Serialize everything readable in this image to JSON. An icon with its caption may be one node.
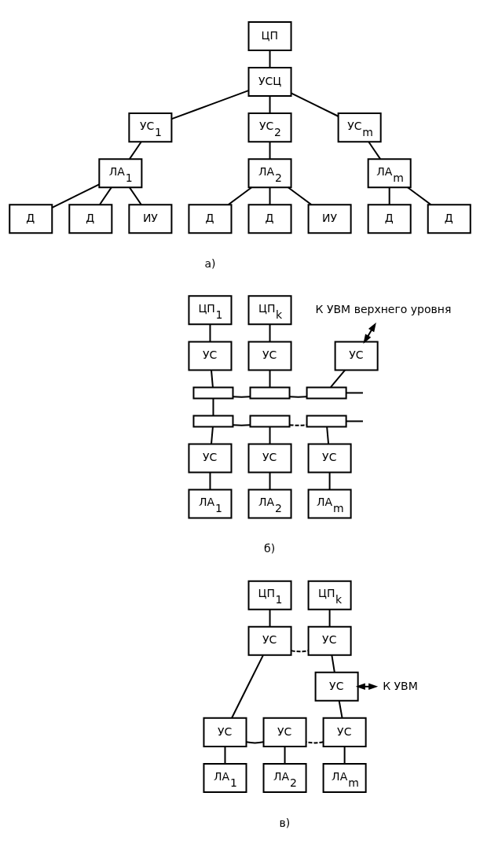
{
  "diagram": {
    "nodes": [
      {
        "text": [
          "ЦП"
        ]
      },
      {
        "text": [
          "УСЦ"
        ]
      },
      {
        "text": [
          "УС$_{1}$"
        ]
      },
      {
        "text": [
          "УС$_{2}$"
        ]
      },
      {
        "text": [
          "УС$_{m}$"
        ]
      },
      {
        "text": [
          "ЛА$_{1}$"
        ]
      },
      {
        "text": [
          "ЛА$_{2}$"
        ]
      },
      {
        "text": [
          "ЛА$_{m}$"
        ]
      },
      {
        "text": [
          "Д"
        ]
      },
      {
        "text": [
          "Д"
        ]
      },
      {
        "text": [
          "ИУ"
        ]
      },
      {
        "text": [
          "Д"
        ]
      },
      {
        "text": [
          "Д"
        ]
      },
      {
        "text": [
          "ИУ"
        ]
      },
      {
        "text": [
          "Д"
        ]
      },
      {
        "text": [
          "Д"
        ]
      },
      {
        "text": [
          "ЦП$_{1}$"
        ]
      },
      {
        "text": [
          "ЦП$_{k}$"
        ]
      },
      {
        "text": [
          "К УВМ верхнего уровня"
        ]
      },
      {
        "text": [
          "УС"
        ]
      },
      {
        "text": [
          "УС"
        ]
      },
      {
        "text": [
          "УС"
        ]
      },
      {
        "text": [],
        "shape": "box"
      },
      {
        "text": [],
        "shape": "box"
      },
      {
        "text": [],
        "shape": "box"
      },
      {
        "text": [],
        "shape": "box"
      },
      {
        "text": [],
        "shape": "box"
      },
      {
        "text": [],
        "shape": "box"
      },
      {
        "text": [
          "УС"
        ]
      },
      {
        "text": [
          "УС"
        ]
      },
      {
        "text": [
          "УС"
        ]
      },
      {
        "text": [
          "ЛА$_{1}$"
        ]
      },
      {
        "text": [
          "ЛА$_{2}$"
        ]
      },
      {
        "text": [
          "ЛА$_{m}$"
        ]
      },
      {
        "text": [
          "ЦП$_{1}$"
        ]
      },
      {
        "text": [
          "ЦП$_{k}$"
        ]
      },
      {
        "text": [
          "УС"
        ]
      },
      {
        "text": [
          "УС"
        ]
      },
      {
        "text": [
          "УС"
        ]
      },
      {
        "text": [
          "К УВМ"
        ]
      },
      {
        "text": [
          "УС"
        ]
      },
      {
        "text": [
          "УС"
        ]
      },
      {
        "text": [
          "УС"
        ]
      },
      {
        "text": [
          "ЛА$_{1}$"
        ]
      },
      {
        "text": [
          "ЛА$_{2}$"
        ]
      },
      {
        "text": [
          "ЛА$_{m}$"
        ]
      }
    ],
    "edges": [
      {
        "from": 0,
        "to": 1,
        "arrow": "none"
      },
      {
        "from": 1,
        "to": 2,
        "arrow": "none"
      },
      {
        "from": 1,
        "to": 3,
        "arrow": "none"
      },
      {
        "from": 1,
        "to": 4,
        "arrow": "none"
      },
      {
        "from": 2,
        "to": 5,
        "arrow": "none"
      },
      {
        "from": 3,
        "to": 6,
        "arrow": "none"
      },
      {
        "from": 4,
        "to": 7,
        "arrow": "none"
      },
      {
        "from": 5,
        "to": 8,
        "arrow": "none"
      },
      {
        "from": 5,
        "to": 9,
        "arrow": "none"
      },
      {
        "from": 5,
        "to": 10,
        "arrow": "none"
      },
      {
        "from": 6,
        "to": 11,
        "arrow": "none"
      },
      {
        "from": 6,
        "to": 12,
        "arrow": "none"
      },
      {
        "from": 6,
        "to": 13,
        "arrow": "none"
      },
      {
        "from": 7,
        "to": 14,
        "arrow": "none"
      },
      {
        "from": 7,
        "to": 15,
        "arrow": "none"
      },
      {
        "from": 16,
        "to": 19,
        "arrow": "none"
      },
      {
        "from": 17,
        "to": 20,
        "arrow": "none"
      },
      {
        "from": 21,
        "to": 18,
        "arrow": "both"
      },
      {
        "from": 19,
        "to": 22,
        "arrow": "none"
      },
      {
        "from": 20,
        "to": 23,
        "arrow": "none"
      },
      {
        "from": 21,
        "to": 24,
        "arrow": "none"
      },
      {
        "from": 22,
        "to": 23,
        "arrow": "none"
      },
      {
        "from": 23,
        "to": 24,
        "arrow": "none"
      },
      {
        "from": 24,
        "to": null,
        "arrow": "none"
      },
      {
        "from": 22,
        "to": 25,
        "arrow": "none"
      },
      {
        "from": 25,
        "to": 26,
        "arrow": "none"
      },
      {
        "from": 26,
        "to": 27,
        "arrow": "none",
        "style": "dashed"
      },
      {
        "from": 27,
        "to": null,
        "arrow": "none"
      },
      {
        "from": 25,
        "to": 28,
        "arrow": "none"
      },
      {
        "from": 26,
        "to": 29,
        "arrow": "none"
      },
      {
        "from": 27,
        "to": 30,
        "arrow": "none"
      },
      {
        "from": 28,
        "to": 31,
        "arrow": "none"
      },
      {
        "from": 29,
        "to": 32,
        "arrow": "none"
      },
      {
        "from": 30,
        "to": 33,
        "arrow": "none"
      },
      {
        "from": 34,
        "to": 36,
        "arrow": "none"
      },
      {
        "from": 35,
        "to": 37,
        "arrow": "none"
      },
      {
        "from": 36,
        "to": 37,
        "arrow": "none",
        "style": "dashed"
      },
      {
        "from": 37,
        "to": 38,
        "arrow": "none"
      },
      {
        "from": 38,
        "to": 39,
        "arrow": "both"
      },
      {
        "from": 38,
        "to": 42,
        "arrow": "none"
      },
      {
        "from": 42,
        "to": 41,
        "arrow": "none",
        "style": "dashed"
      },
      {
        "from": 41,
        "to": 40,
        "arrow": "none"
      },
      {
        "from": 40,
        "to": 36,
        "arrow": "none"
      },
      {
        "from": 40,
        "to": 43,
        "arrow": "none"
      },
      {
        "from": 41,
        "to": 44,
        "arrow": "none"
      },
      {
        "from": 42,
        "to": 45,
        "arrow": "none"
      }
    ],
    "labels": [
      "а)",
      "б)",
      "в)"
    ]
  }
}
